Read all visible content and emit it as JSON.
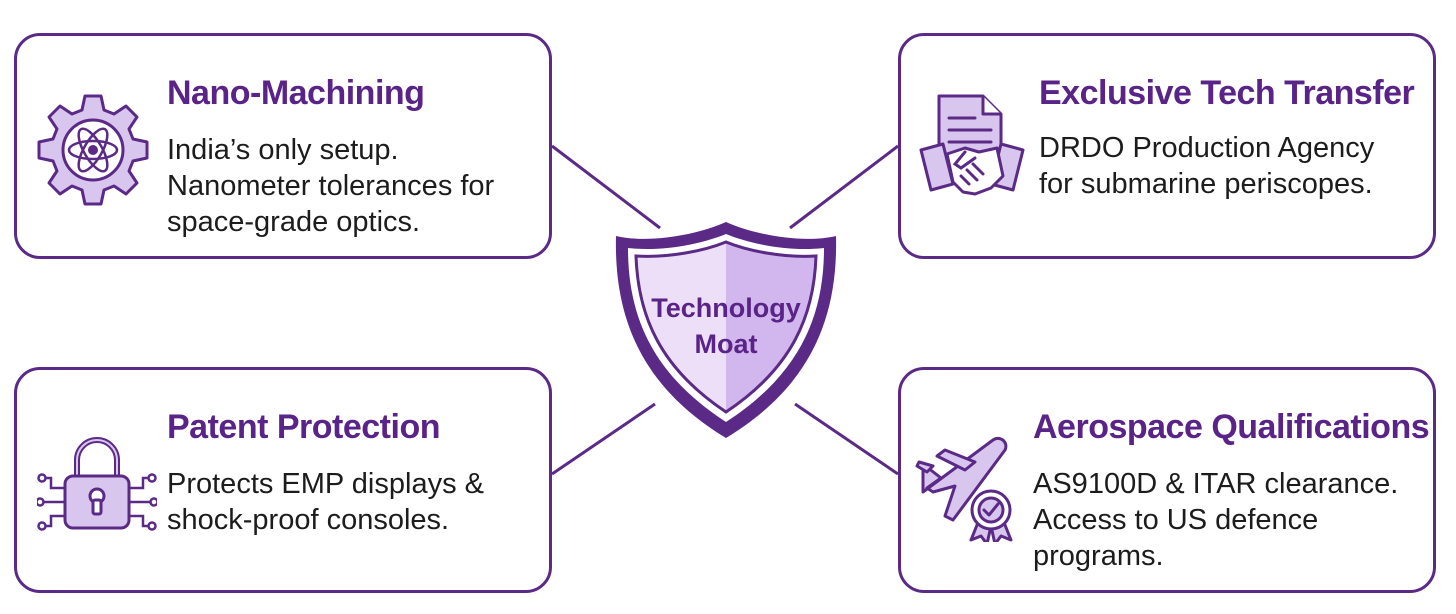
{
  "center": {
    "label": "Technology\nMoat"
  },
  "cards": {
    "nano": {
      "title": "Nano-Machining",
      "description": "India’s only setup.\nNanometer tolerances for\nspace-grade optics.",
      "icon": "gear-atom-icon"
    },
    "tech": {
      "title": "Exclusive Tech Transfer",
      "description": "DRDO Production Agency\nfor submarine periscopes.",
      "icon": "document-handshake-icon"
    },
    "patent": {
      "title": "Patent Protection",
      "description": "Protects EMP displays &\nshock-proof consoles.",
      "icon": "circuit-padlock-icon"
    },
    "aero": {
      "title": "Aerospace Qualifications",
      "description": "AS9100D & ITAR clearance.\nAccess to US defence\nprograms.",
      "icon": "airplane-certificate-icon"
    }
  },
  "colors": {
    "accent": "#5a2388",
    "border": "#5b2a86",
    "icon_fill": "#d9c6ee",
    "shield_light": "#ecdff7",
    "shield_mid": "#d2b6ee"
  }
}
